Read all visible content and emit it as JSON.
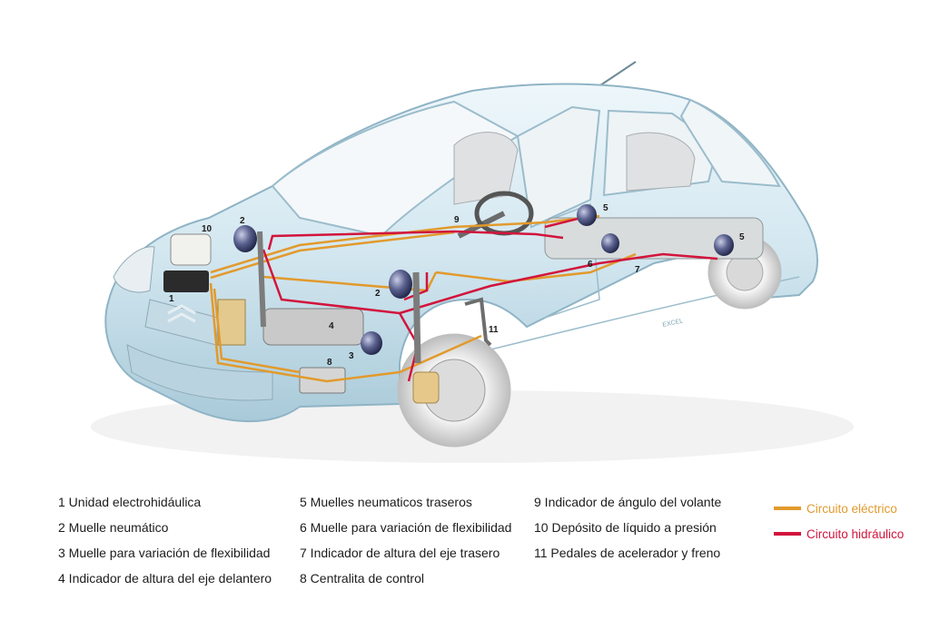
{
  "callouts": {
    "c1": "1",
    "c2a": "2",
    "c2b": "2",
    "c3": "3",
    "c4": "4",
    "c5a": "5",
    "c5b": "5",
    "c6": "6",
    "c7": "7",
    "c8": "8",
    "c9": "9",
    "c10": "10",
    "c11": "11",
    "badge": "EXCEL"
  },
  "legend": {
    "col1": [
      "1 Unidad electrohidáulica",
      "2 Muelle neumático",
      "3 Muelle para variación de flexibilidad",
      "4 Indicador de altura del eje delantero"
    ],
    "col2": [
      "5 Muelles neumaticos traseros",
      "6 Muelle para variación de flexibilidad",
      "7 Indicador de altura del eje trasero",
      "8 Centralita de control"
    ],
    "col3": [
      "9 Indicador de ángulo del volante",
      "10 Depósito de líquido a presión",
      "11 Pedales de acelerador y freno"
    ]
  },
  "circuits": [
    {
      "label": "Circuito eléctrico",
      "color": "#e29a2c"
    },
    {
      "label": "Circuito hidráulico",
      "color": "#d2143c"
    }
  ]
}
